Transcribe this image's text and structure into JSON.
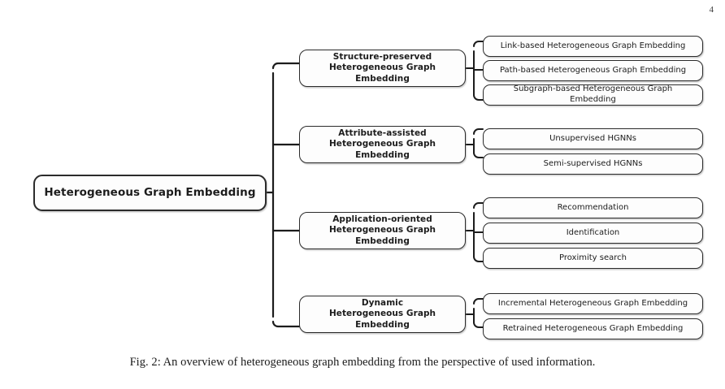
{
  "page": {
    "number": "4",
    "background_color": "#ffffff"
  },
  "figure": {
    "caption": "Fig. 2: An overview of heterogeneous graph embedding from the perspective of used information.",
    "root": {
      "label": "Heterogeneous Graph Embedding"
    },
    "branches": [
      {
        "id": "structure-preserved",
        "line1": "Structure-preserved",
        "line2": "Heterogeneous Graph Embedding",
        "children": [
          {
            "id": "link-based",
            "label": "Link-based Heterogeneous Graph Embedding"
          },
          {
            "id": "path-based",
            "label": "Path-based Heterogeneous Graph Embedding"
          },
          {
            "id": "subgraph-based",
            "label": "Subgraph-based Heterogeneous Graph Embedding"
          }
        ]
      },
      {
        "id": "attribute-assisted",
        "line1": "Attribute-assisted",
        "line2": "Heterogeneous Graph Embedding",
        "children": [
          {
            "id": "unsupervised-hgnns",
            "label": "Unsupervised HGNNs"
          },
          {
            "id": "semi-supervised-hgnns",
            "label": "Semi-supervised HGNNs"
          }
        ]
      },
      {
        "id": "application-oriented",
        "line1": "Application-oriented",
        "line2": "Heterogeneous Graph Embedding",
        "children": [
          {
            "id": "recommendation",
            "label": "Recommendation"
          },
          {
            "id": "identification",
            "label": "Identification"
          },
          {
            "id": "proximity-search",
            "label": "Proximity search"
          }
        ]
      },
      {
        "id": "dynamic",
        "line1": "Dynamic",
        "line2": "Heterogeneous Graph Embedding",
        "children": [
          {
            "id": "incremental",
            "label": "Incremental Heterogeneous Graph Embedding"
          },
          {
            "id": "retrained",
            "label": "Retrained Heterogeneous Graph Embedding"
          }
        ]
      }
    ],
    "style": {
      "node_fill": "#fdfdfd",
      "node_border": "#2b2b2b",
      "connector_color": "#1c1c1c",
      "text_color": "#1c1c1c"
    }
  }
}
